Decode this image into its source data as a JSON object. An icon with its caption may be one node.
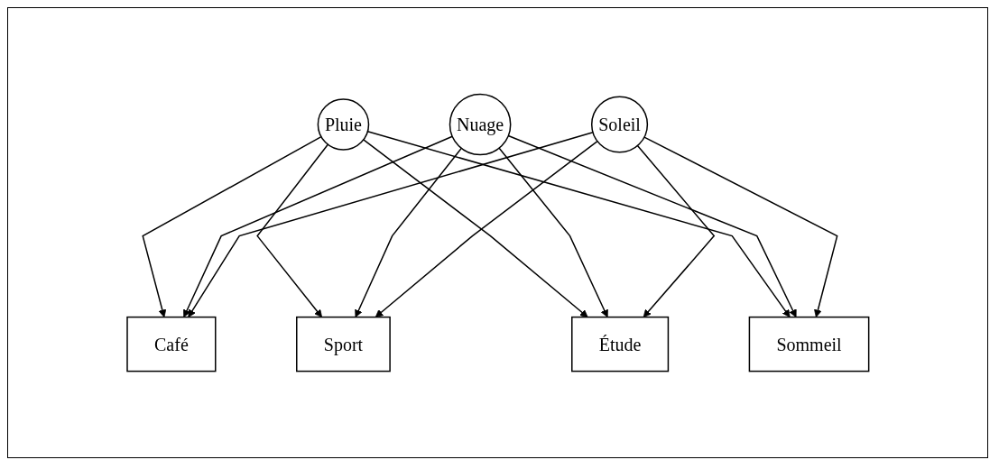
{
  "diagram": {
    "nodes": [
      {
        "text": [
          "Pluie"
        ]
      },
      {
        "text": [
          "Nuage"
        ]
      },
      {
        "text": [
          "Soleil"
        ]
      },
      {
        "text": [
          "Café"
        ]
      },
      {
        "text": [
          "Sport"
        ]
      },
      {
        "text": [
          "Étude"
        ]
      },
      {
        "text": [
          "Sommeil"
        ]
      }
    ],
    "edges": [
      {
        "from": 0,
        "to": 3,
        "arrow": "to"
      },
      {
        "from": 0,
        "to": 4,
        "arrow": "to"
      },
      {
        "from": 0,
        "to": 5,
        "arrow": "to"
      },
      {
        "from": 0,
        "to": 6,
        "arrow": "to"
      },
      {
        "from": 1,
        "to": 3,
        "arrow": "to"
      },
      {
        "from": 1,
        "to": 4,
        "arrow": "to"
      },
      {
        "from": 1,
        "to": 5,
        "arrow": "to"
      },
      {
        "from": 1,
        "to": 6,
        "arrow": "to"
      },
      {
        "from": 2,
        "to": 3,
        "arrow": "to"
      },
      {
        "from": 2,
        "to": 4,
        "arrow": "to"
      },
      {
        "from": 2,
        "to": 5,
        "arrow": "to"
      },
      {
        "from": 2,
        "to": 6,
        "arrow": "to"
      }
    ]
  }
}
